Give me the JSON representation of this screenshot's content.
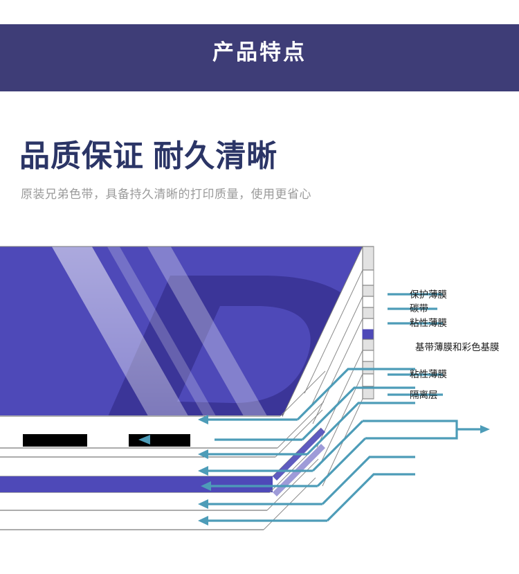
{
  "banner": {
    "title": "产品特点",
    "bg_color": "#3e3d77",
    "rule_color": "#ffffff"
  },
  "headline": {
    "title": "品质保证 耐久清晰",
    "title_color": "#2b3566",
    "subtitle": "原装兄弟色带，具备持久清晰的打印质量，使用更省心",
    "subtitle_color": "#9a9a9a"
  },
  "diagram": {
    "name": "ribbon-layer-cross-section",
    "accent_color": "#4d9cb8",
    "panel_color": "#4e49b8",
    "panel_dark_color": "#3b3598",
    "ink_color": "#000000",
    "labels": [
      {
        "id": "protective-film",
        "text": "保护薄膜"
      },
      {
        "id": "carbon-ribbon",
        "text": "碳带"
      },
      {
        "id": "adhesive-film-top",
        "text": "粘性薄膜"
      },
      {
        "id": "base-and-color-film",
        "text": "基带薄膜和彩色基膜"
      },
      {
        "id": "adhesive-film-bottom",
        "text": "粘性薄膜"
      },
      {
        "id": "release-layer",
        "text": "隔离层"
      }
    ]
  }
}
